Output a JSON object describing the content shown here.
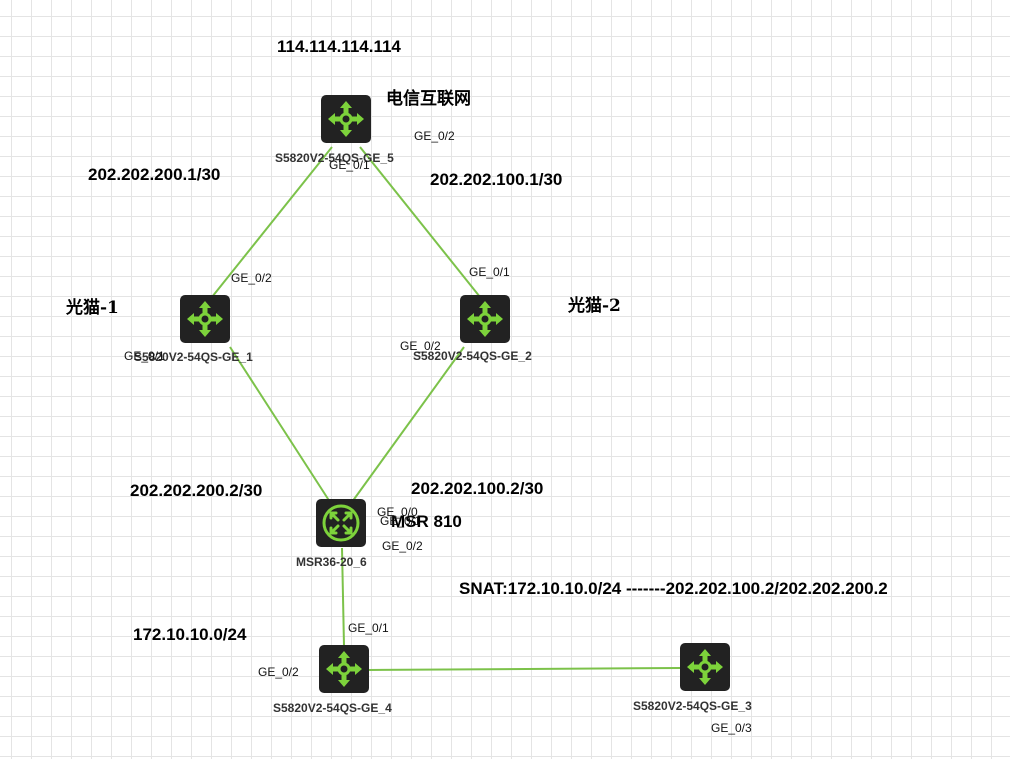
{
  "title_ip": "114.114.114.114",
  "sw5_desc": "电信互联网",
  "left_modem_label": "光猫-1",
  "right_modem_label": "光猫-2",
  "devices": {
    "sw5": "S5820V2-54QS-GE_5",
    "sw1": "S5820V2-54QS-GE_1",
    "sw2": "S5820V2-54QS-GE_2",
    "router": "MSR36-20_6",
    "router_desc": "MSR 810",
    "sw4": "S5820V2-54QS-GE_4",
    "sw3": "S5820V2-54QS-GE_3"
  },
  "networks": {
    "left_top": "202.202.200.1/30",
    "right_top": "202.202.100.1/30",
    "left_bottom": "202.202.200.2/30",
    "right_bottom": "202.202.100.2/30",
    "lan": "172.10.10.0/24",
    "snat": "SNAT:172.10.10.0/24 -------202.202.100.2/202.202.200.2"
  },
  "ports": {
    "sw5_ge02": "GE_0/2",
    "sw5_ge01": "GE_0/1",
    "sw1_ge02": "GE_0/2",
    "sw1_ge01": "GE_0/1",
    "sw2_ge01": "GE_0/1",
    "sw2_ge02": "GE_0/2",
    "r_ge00": "GE_0/0",
    "r_ge01": "GE_0/1",
    "r_ge02": "GE_0/2",
    "sw4_ge01": "GE_0/1",
    "sw4_ge02": "GE_0/2",
    "sw3_ge03": "GE_0/3"
  },
  "colors": {
    "link": "#7cc24a",
    "icon_bg": "#222222",
    "icon_arrow": "#7dd33b"
  }
}
